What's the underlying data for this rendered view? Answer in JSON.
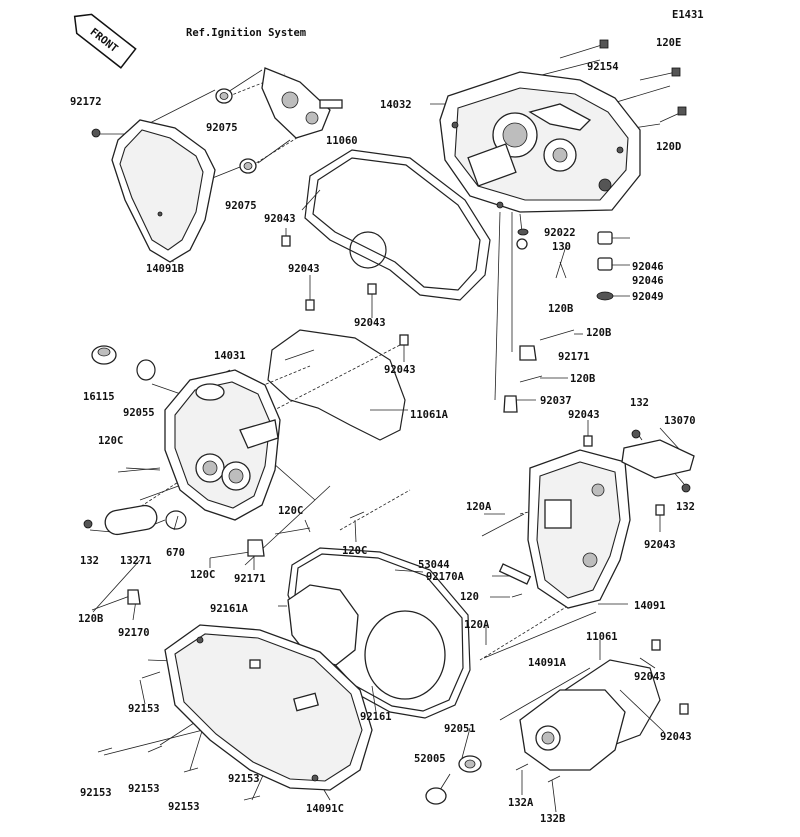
{
  "diagram_code": "E1431",
  "header_ref": "Ref.Ignition System",
  "front_badge": "FRONT",
  "labels": [
    {
      "id": "l-92154",
      "text": "92154"
    },
    {
      "id": "l-120e",
      "text": "120E"
    },
    {
      "id": "l-92172",
      "text": "92172"
    },
    {
      "id": "l-92075a",
      "text": "92075"
    },
    {
      "id": "l-92075b",
      "text": "92075"
    },
    {
      "id": "l-14032",
      "text": "14032"
    },
    {
      "id": "l-120d",
      "text": "120D"
    },
    {
      "id": "l-11060",
      "text": "11060"
    },
    {
      "id": "l-92043a",
      "text": "92043"
    },
    {
      "id": "l-92022",
      "text": "92022"
    },
    {
      "id": "l-130",
      "text": "130"
    },
    {
      "id": "l-14091b",
      "text": "14091B"
    },
    {
      "id": "l-92046a",
      "text": "92046"
    },
    {
      "id": "l-92046b",
      "text": "92046"
    },
    {
      "id": "l-92043b",
      "text": "92043"
    },
    {
      "id": "l-120b-a",
      "text": "120B"
    },
    {
      "id": "l-92049",
      "text": "92049"
    },
    {
      "id": "l-92043c",
      "text": "92043"
    },
    {
      "id": "l-120b-b",
      "text": "120B"
    },
    {
      "id": "l-14031",
      "text": "14031"
    },
    {
      "id": "l-92171a",
      "text": "92171"
    },
    {
      "id": "l-92043d",
      "text": "92043"
    },
    {
      "id": "l-16115",
      "text": "16115"
    },
    {
      "id": "l-120b-c",
      "text": "120B"
    },
    {
      "id": "l-92055",
      "text": "92055"
    },
    {
      "id": "l-11061a",
      "text": "11061A"
    },
    {
      "id": "l-92037",
      "text": "92037"
    },
    {
      "id": "l-132a",
      "text": "132"
    },
    {
      "id": "l-92043e",
      "text": "92043"
    },
    {
      "id": "l-13070",
      "text": "13070"
    },
    {
      "id": "l-120c-a",
      "text": "120C"
    },
    {
      "id": "l-132b",
      "text": "132"
    },
    {
      "id": "l-120a-a",
      "text": "120A"
    },
    {
      "id": "l-120c-b",
      "text": "120C"
    },
    {
      "id": "l-132c",
      "text": "132"
    },
    {
      "id": "l-13271",
      "text": "13271"
    },
    {
      "id": "l-670",
      "text": "670"
    },
    {
      "id": "l-120c-c",
      "text": "120C"
    },
    {
      "id": "l-92043f",
      "text": "92043"
    },
    {
      "id": "l-53044",
      "text": "53044"
    },
    {
      "id": "l-120c-d",
      "text": "120C"
    },
    {
      "id": "l-92171b",
      "text": "92171"
    },
    {
      "id": "l-92170a",
      "text": "92170A"
    },
    {
      "id": "l-120",
      "text": "120"
    },
    {
      "id": "l-92161a",
      "text": "92161A"
    },
    {
      "id": "l-14091",
      "text": "14091"
    },
    {
      "id": "l-120b-d",
      "text": "120B"
    },
    {
      "id": "l-92170",
      "text": "92170"
    },
    {
      "id": "l-120a-b",
      "text": "120A"
    },
    {
      "id": "l-11061",
      "text": "11061"
    },
    {
      "id": "l-14091a",
      "text": "14091A"
    },
    {
      "id": "l-92043g",
      "text": "92043"
    },
    {
      "id": "l-92153a",
      "text": "92153"
    },
    {
      "id": "l-92161",
      "text": "92161"
    },
    {
      "id": "l-92051",
      "text": "92051"
    },
    {
      "id": "l-92043h",
      "text": "92043"
    },
    {
      "id": "l-52005",
      "text": "52005"
    },
    {
      "id": "l-92153b",
      "text": "92153"
    },
    {
      "id": "l-92153c",
      "text": "92153"
    },
    {
      "id": "l-92153d",
      "text": "92153"
    },
    {
      "id": "l-92153e",
      "text": "92153"
    },
    {
      "id": "l-132a-b",
      "text": "132A"
    },
    {
      "id": "l-14091c",
      "text": "14091C"
    },
    {
      "id": "l-132b-b",
      "text": "132B"
    }
  ]
}
